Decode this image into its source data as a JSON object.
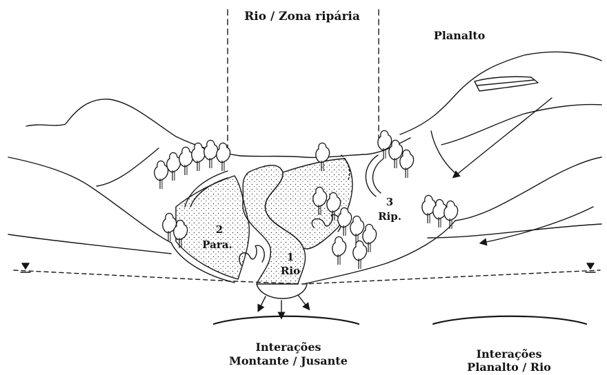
{
  "labels": {
    "river_zone": "Rio / Zona ripária",
    "plateau": "Planalto",
    "zone_1_num": "1",
    "zone_1_name": "Rio",
    "zone_2_num": "2",
    "zone_2_name": "Para.",
    "zone_3_num": "3",
    "zone_3_name": "Rip.",
    "interactions_left_line1": "Interações",
    "interactions_left_line2": "Montante / Jusante",
    "interactions_right_line1": "Interações",
    "interactions_right_line2": "Planalto / Rio"
  },
  "colors": {
    "ink": "#151515",
    "background": "#ffffff"
  }
}
